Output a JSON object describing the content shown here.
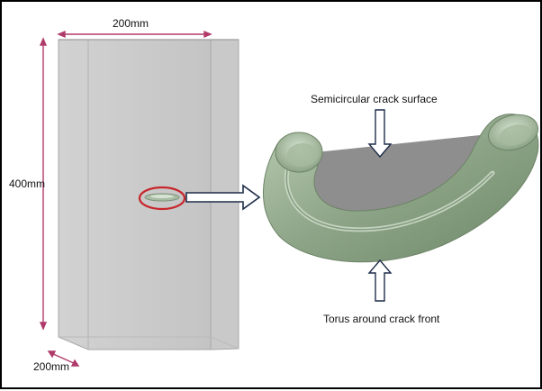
{
  "dimensions": {
    "width_top": "200mm",
    "height_left": "400mm",
    "depth_bottom": "200mm"
  },
  "callouts": {
    "crack_surface": "Semicircular crack surface",
    "torus": "Torus around crack front"
  },
  "colors": {
    "block_front": "#cfcfcf",
    "block_side": "#bdbdbd",
    "dimension_lines": "#b03a6a",
    "highlight_circle": "#c8262b",
    "torus": "#9fb59a",
    "crack_surface": "#8e8e8e"
  }
}
